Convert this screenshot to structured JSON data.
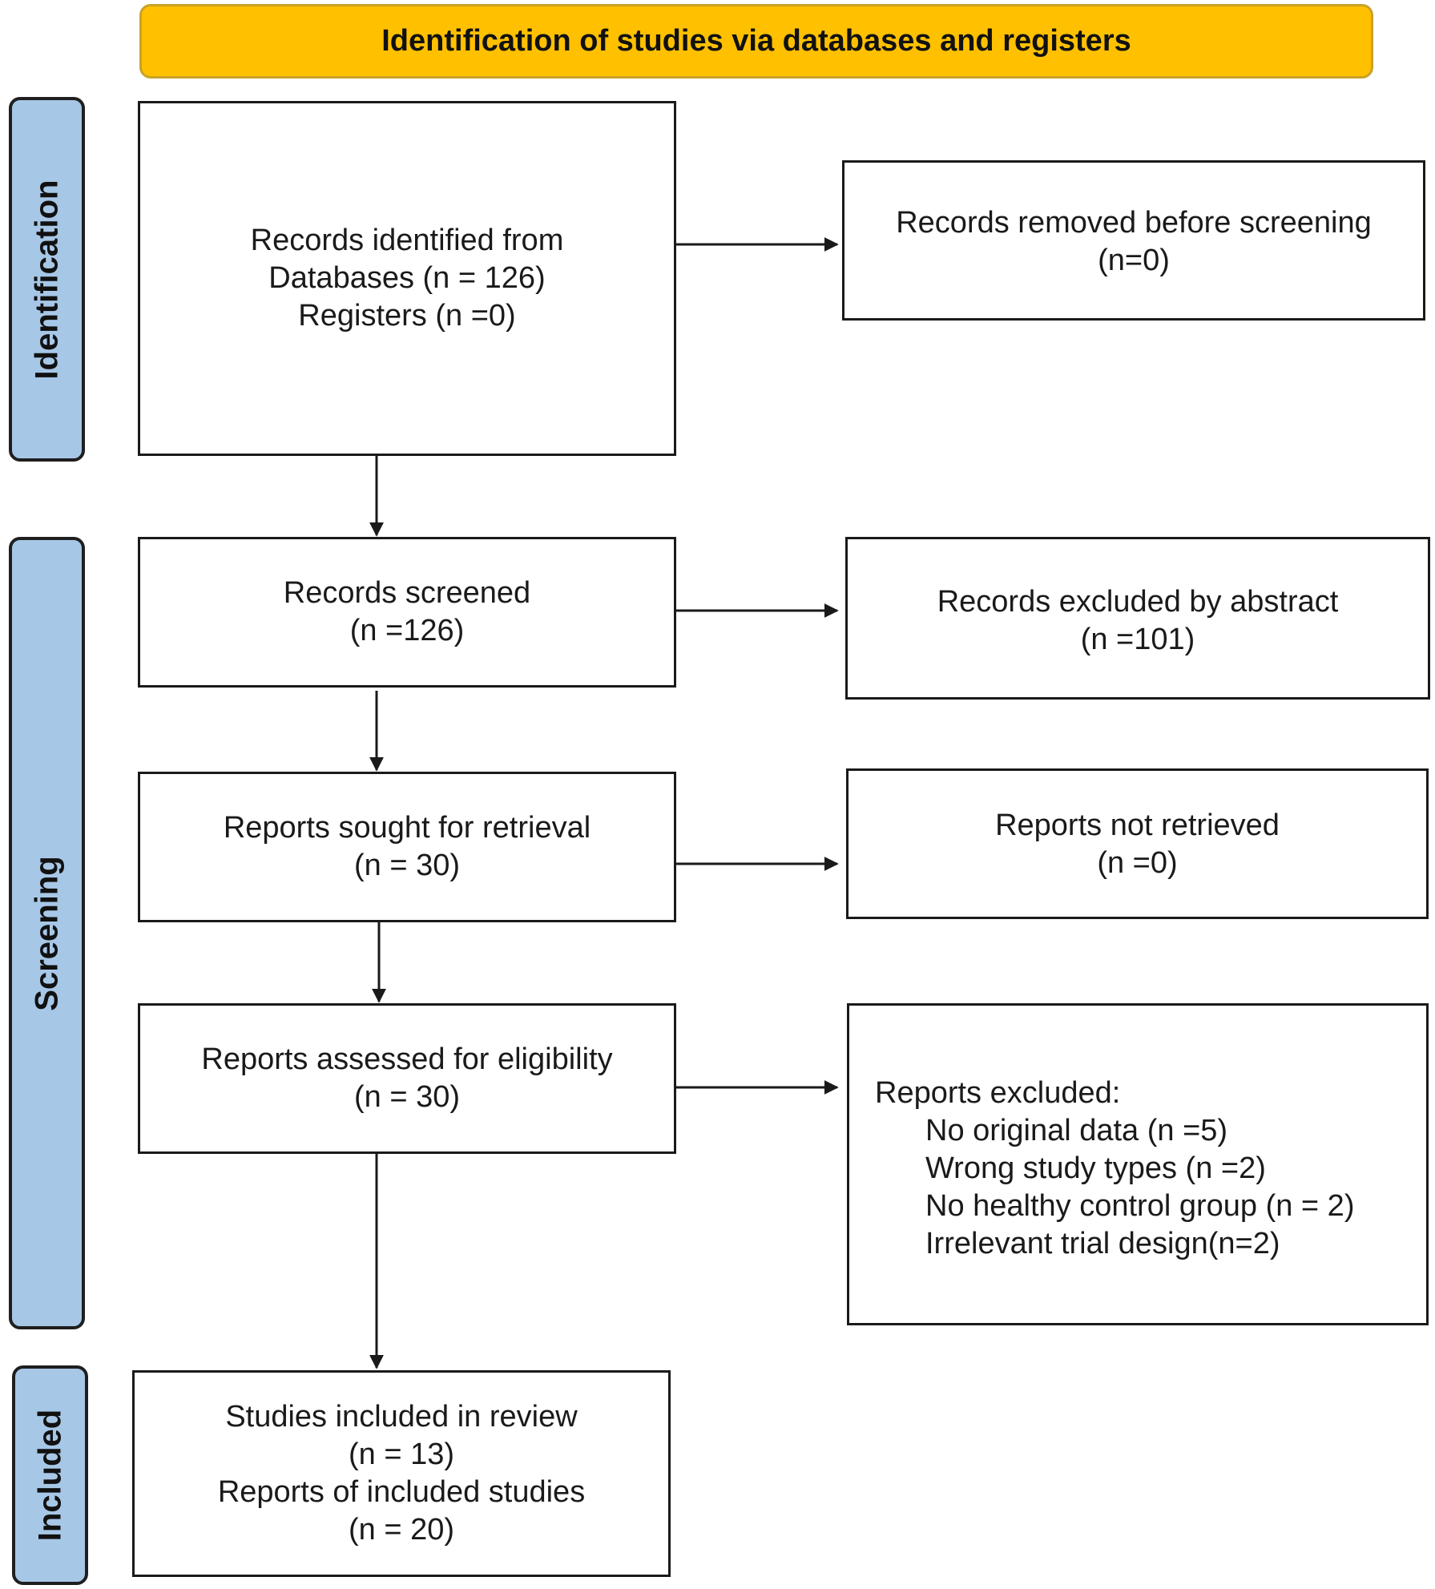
{
  "colors": {
    "header_fill": "#FFC000",
    "header_border": "#C9A227",
    "phase_fill": "#A7C7E7",
    "box_border": "#1A1A1A"
  },
  "header": {
    "title": "Identification of studies via databases and registers"
  },
  "phases": {
    "identification": "Identification",
    "screening": "Screening",
    "included": "Included"
  },
  "boxes": {
    "records_identified": [
      "Records identified from",
      "Databases (n = 126)",
      "Registers (n =0)"
    ],
    "records_removed": [
      "Records removed before screening",
      "(n=0)"
    ],
    "records_screened": [
      "Records screened",
      "(n =126)"
    ],
    "records_excluded": [
      "Records excluded by abstract",
      "(n =101)"
    ],
    "reports_sought": [
      "Reports sought for retrieval",
      "(n = 30)"
    ],
    "reports_not_retrieved": [
      "Reports not retrieved",
      "(n =0)"
    ],
    "reports_assessed": [
      "Reports assessed for eligibility",
      "(n = 30)"
    ],
    "reports_excluded": {
      "title": "Reports excluded:",
      "reasons": [
        "No original data (n =5)",
        "Wrong study types (n =2)",
        "No healthy control group (n = 2)",
        "Irrelevant trial design(n=2)"
      ]
    },
    "studies_included": [
      "Studies included in review",
      "(n = 13)",
      "Reports of included studies",
      "(n = 20)"
    ]
  }
}
